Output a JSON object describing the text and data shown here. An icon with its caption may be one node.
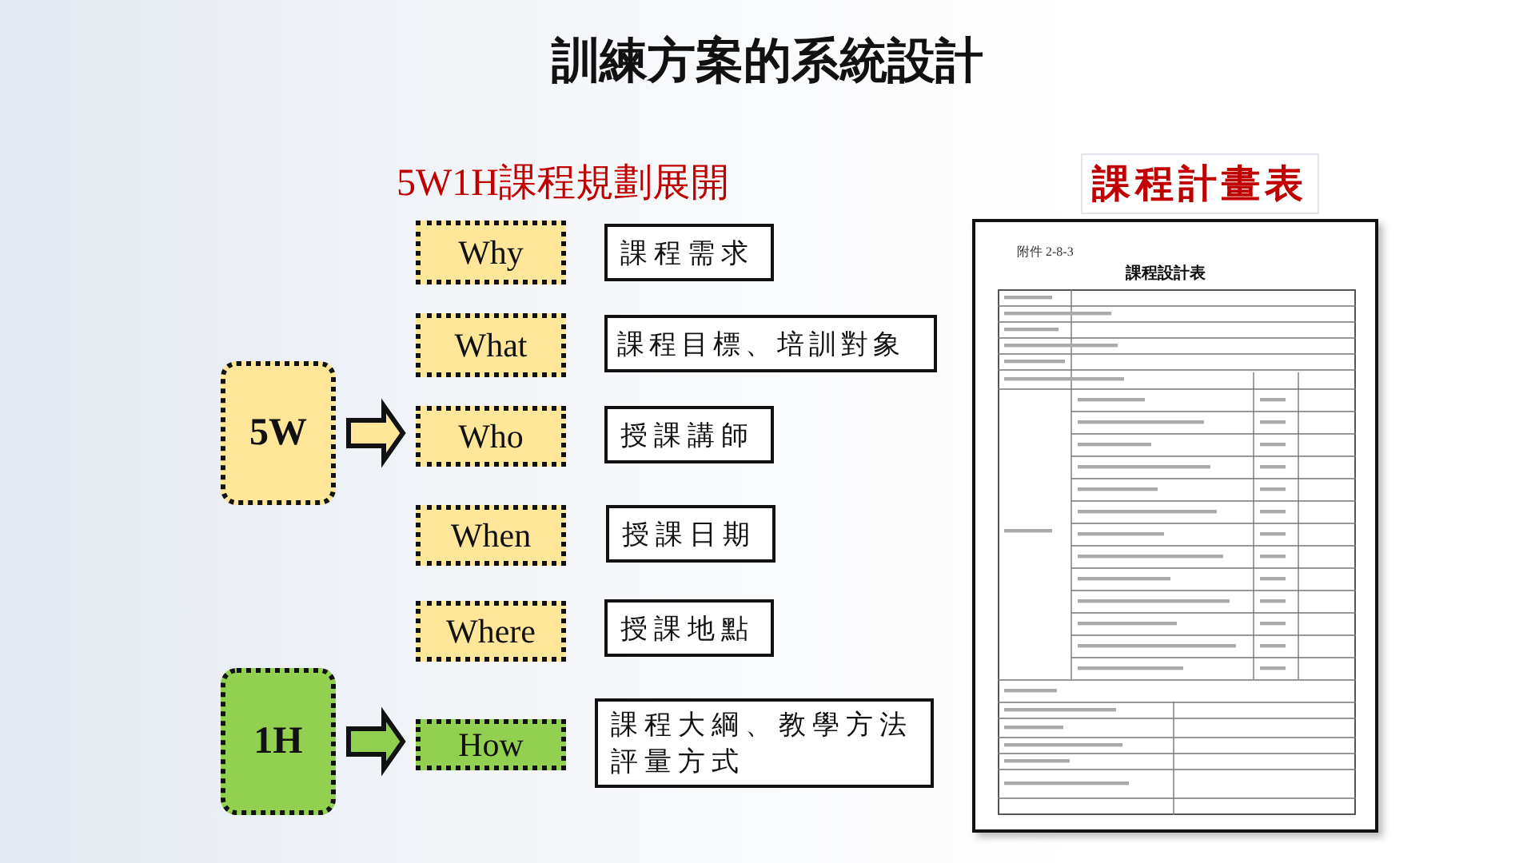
{
  "diagram": {
    "title": "訓練方案的系統設計",
    "nodes": [
      {
        "text": [
          "5W"
        ]
      },
      {
        "text": [
          "1H"
        ]
      },
      {
        "text": [
          "Why"
        ]
      },
      {
        "text": [
          "What"
        ]
      },
      {
        "text": [
          "Who"
        ]
      },
      {
        "text": [
          "When"
        ]
      },
      {
        "text": [
          "Where"
        ]
      },
      {
        "text": [
          "How"
        ]
      },
      {
        "text": [
          "課程需求"
        ]
      },
      {
        "text": [
          "課程目標、培訓對象"
        ]
      },
      {
        "text": [
          "授課講師"
        ]
      },
      {
        "text": [
          "授課日期"
        ]
      },
      {
        "text": [
          "授課地點"
        ]
      },
      {
        "text": [
          "課程大綱、教學方法評量方式"
        ]
      }
    ],
    "edges": [
      {
        "from": 0,
        "to": 4,
        "arrow": "to",
        "color": "#ffe699"
      },
      {
        "from": 1,
        "to": 7,
        "arrow": "to",
        "color": "#92d050"
      }
    ],
    "labels": [
      "5W1H課程規劃展開",
      "課程計畫表",
      "附件 2-8-3",
      "課程設計表"
    ]
  }
}
